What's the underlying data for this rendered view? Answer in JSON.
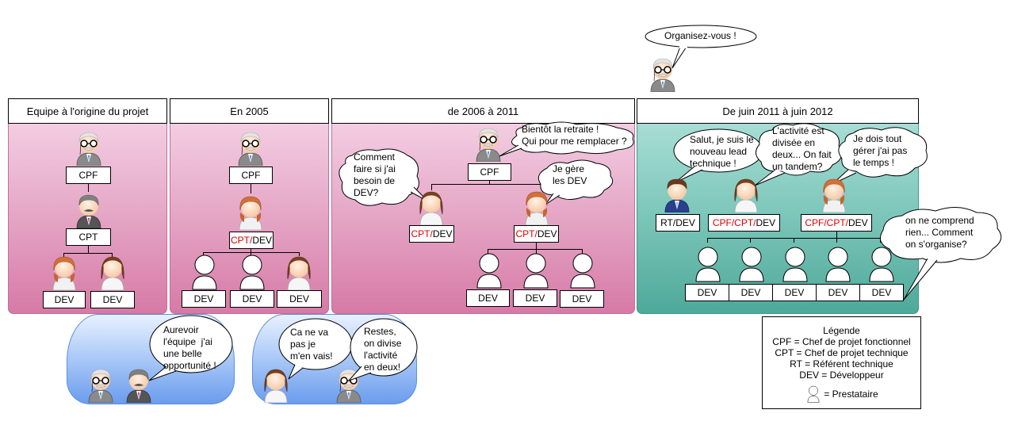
{
  "top_speech": "Organisez-vous !",
  "panels": [
    {
      "title": "Equipe à l'origine du projet",
      "theme": "pink"
    },
    {
      "title": "En 2005",
      "theme": "pink"
    },
    {
      "title": "de 2006 à 2011",
      "theme": "pink"
    },
    {
      "title": "De juin 2011 à juin 2012",
      "theme": "teal"
    }
  ],
  "panel1": {
    "roles": [
      "CPF",
      "CPT",
      "DEV",
      "DEV"
    ]
  },
  "panel2": {
    "roles": {
      "cpf": "CPF",
      "lead_red": "CPT/",
      "lead_black": "DEV",
      "devs": [
        "DEV",
        "DEV",
        "DEV"
      ]
    }
  },
  "panel3": {
    "cpf": "CPF",
    "lead_red": "CPT/",
    "lead_black": "DEV",
    "devs": [
      "DEV",
      "DEV",
      "DEV"
    ],
    "speech_cpf": "Bientôt la retraite !\nQui pour me remplacer ?",
    "speech_left": "Comment\nfaire si j'ai\nbesoin de\nDEV?",
    "speech_right": "Je gère\nles DEV"
  },
  "panel4": {
    "rt": "RT/DEV",
    "lead_red": "CPF/CPT/",
    "lead_black": "DEV",
    "devs": [
      "DEV",
      "DEV",
      "DEV",
      "DEV",
      "DEV"
    ],
    "speech_rt": "Salut, je suis le\nnouveau lead\ntechnique !",
    "speech_mid": "L'activité est\ndivisée en\ndeux... On fait\nun tandem?",
    "speech_right": "Je dois tout\ngérer j'ai pas\nle temps !",
    "speech_devs": "on ne comprend\nrien... Comment\non s'organise?"
  },
  "scene1": {
    "speech": "Aurevoir\nl'équipe  j'ai\nune belle\nopportunité !"
  },
  "scene2": {
    "speech_left": "Ca ne va\npas je\nm'en vais!",
    "speech_right": "Restes,\non divise\nl'activité\nen deux!"
  },
  "legend": {
    "title": "Légende",
    "lines": [
      "CPF = Chef de projet fonctionnel",
      "CPT = Chef de projet technique",
      "RT = Référent technique",
      "DEV = Développeur"
    ],
    "prestataire": "= Prestataire"
  },
  "colors": {
    "role_highlight": "#e00000",
    "pink_panel": "#e6a9c8",
    "teal_panel": "#7fc8bc",
    "blue_scene": "#a9c8f7"
  }
}
